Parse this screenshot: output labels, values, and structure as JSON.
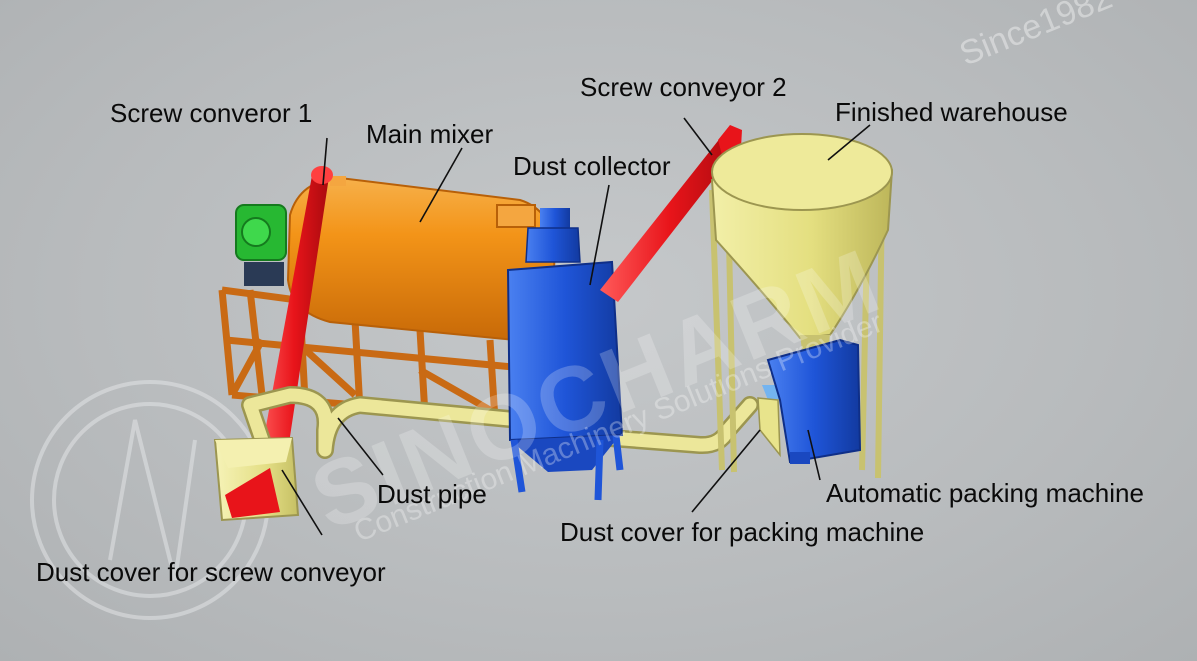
{
  "labels": {
    "screw_conveyor_1": "Screw converor 1",
    "main_mixer": "Main mixer",
    "screw_conveyor_2": "Screw conveyor 2",
    "finished_warehouse": "Finished warehouse",
    "dust_collector": "Dust collector",
    "dust_pipe": "Dust pipe",
    "automatic_packing_machine": "Automatic packing machine",
    "dust_cover_packing": "Dust cover for packing machine",
    "dust_cover_screw": "Dust cover for screw conveyor"
  },
  "watermark": {
    "since": "Since1982",
    "brand": "SINOCHARM",
    "tagline": "Construction Machinery Solutions Provider"
  },
  "colors": {
    "background": "#b9bcbe",
    "mixer": "#f08a10",
    "frame": "#d8741a",
    "screw_conveyor": "#e8141a",
    "dust_collector": "#1f55d8",
    "pipe": "#ece79a",
    "warehouse": "#e8e48c",
    "packing_machine": "#1f55d8",
    "motor": "#27b832"
  }
}
